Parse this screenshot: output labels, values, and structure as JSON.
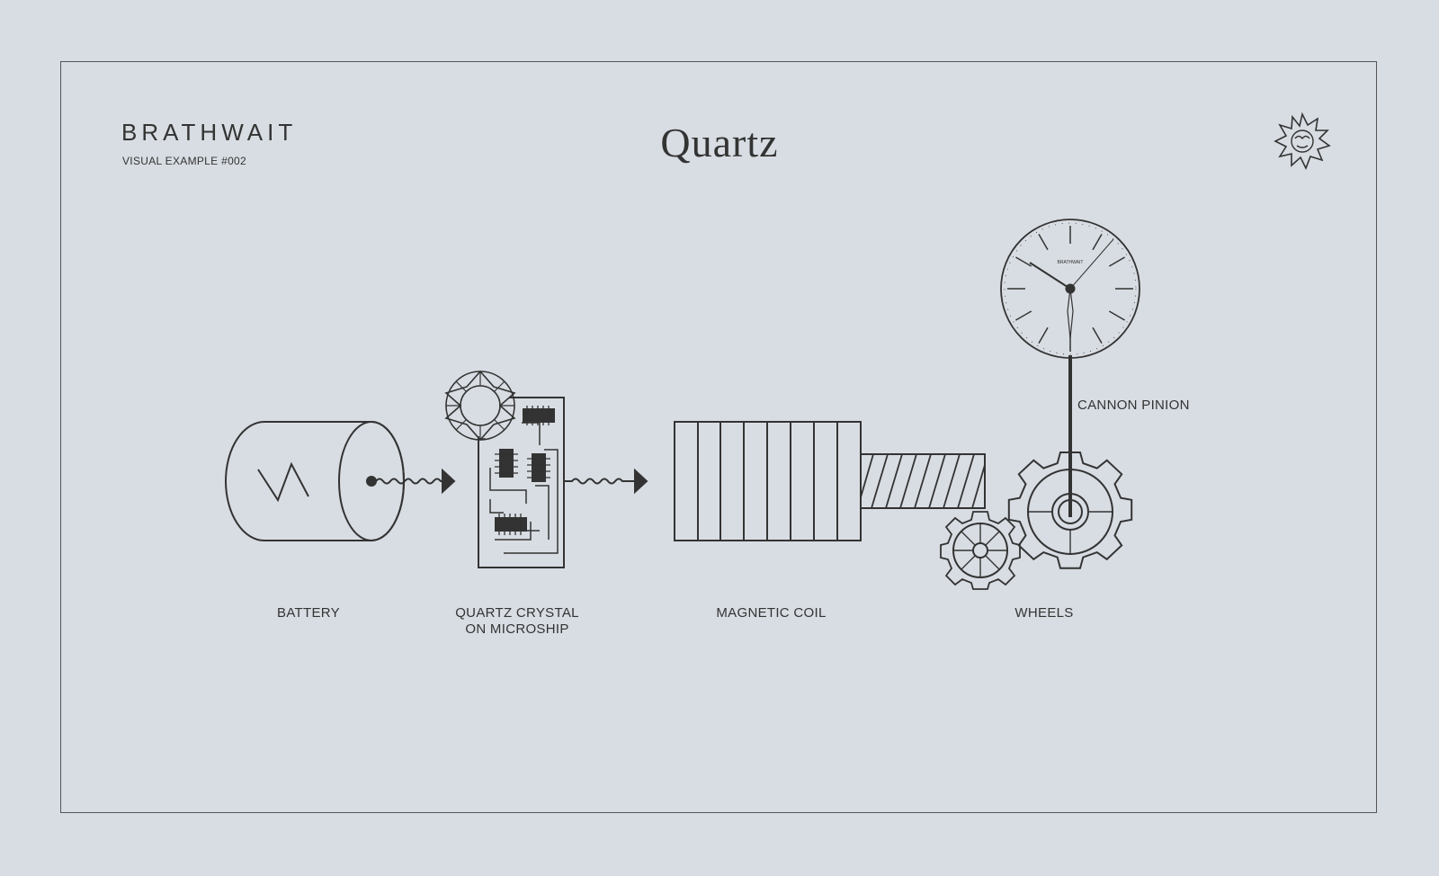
{
  "header": {
    "brand": "BRATHWAIT",
    "subtitle": "VISUAL EXAMPLE #002",
    "title": "Quartz"
  },
  "diagram": {
    "labels": {
      "battery": "BATTERY",
      "quartz_line1": "QUARTZ CRYSTAL",
      "quartz_line2": "ON MICROSHIP",
      "coil": "MAGNETIC COIL",
      "wheels": "WHEELS",
      "cannon_pinion": "CANNON PINION"
    },
    "watch_dial_text": "BRATHWAIT"
  },
  "colors": {
    "background": "#d8dde3",
    "ink": "#333333"
  }
}
